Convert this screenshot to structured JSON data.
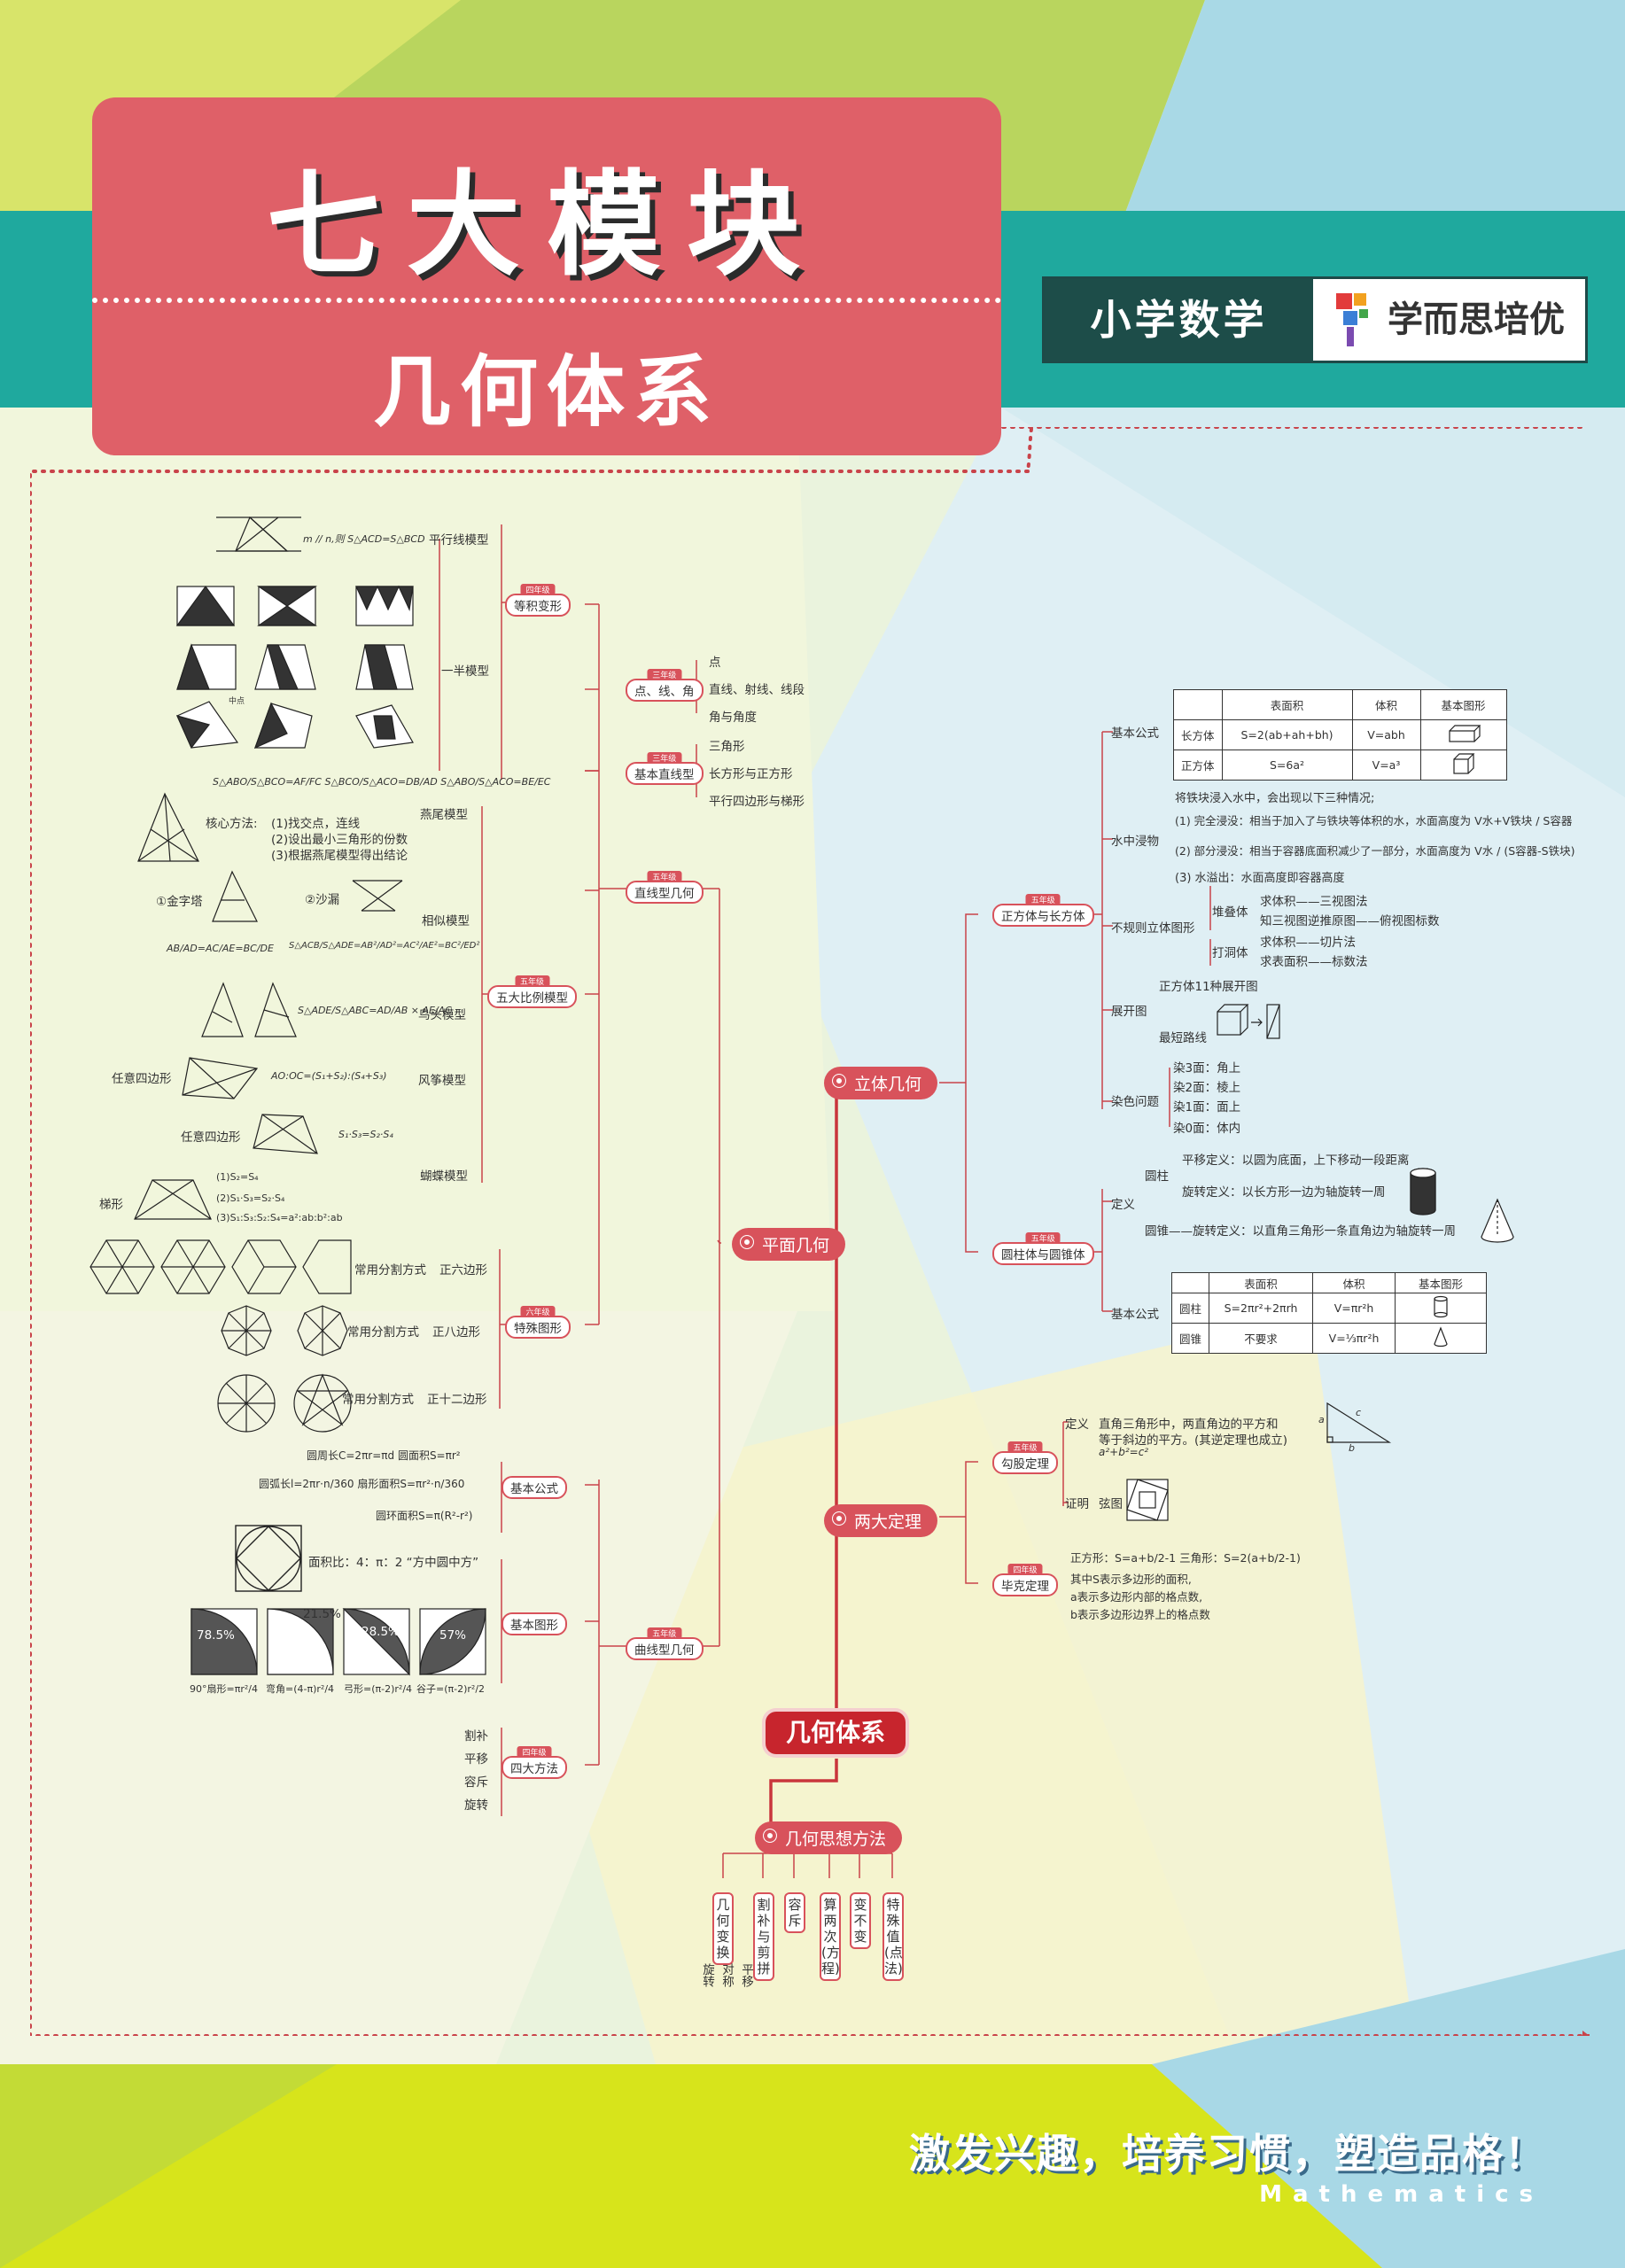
{
  "header": {
    "title": "七大模块",
    "subtitle": "几何体系",
    "subject": "小学数学",
    "brand": "学而思培优"
  },
  "footer": {
    "slogan": "激发兴趣，培养习惯，塑造品格！",
    "slogan_en": "Mathematics"
  },
  "colors": {
    "accent": "#d8525b",
    "root": "#c7252d",
    "teal": "#1ea89e",
    "lime": "#b7d35b"
  },
  "mindmap": {
    "root": "几何体系",
    "plane": {
      "label": "平面几何",
      "straight": {
        "label": "直线型几何",
        "tag": "五年级",
        "points": {
          "label": "点、线、角",
          "tag": "三年级",
          "items": [
            "点",
            "直线、射线、线段",
            "角与角度"
          ]
        },
        "basic_shapes": {
          "label": "基本直线型",
          "tag": "三年级",
          "items": [
            "三角形",
            "长方形与正方形",
            "平行四边形与梯形"
          ]
        },
        "equal_area": {
          "label": "等积变形",
          "tag": "四年级",
          "parallel": {
            "label": "平行线模型",
            "formula": "m // n,则 S△ACD=S△BCD"
          },
          "half": {
            "label": "一半模型",
            "midpoint": "中点"
          }
        },
        "ratio": {
          "label": "五大比例模型",
          "tag": "五年级",
          "swallow": {
            "label": "燕尾模型",
            "formula": "S△ABO/S△BCO=AF/FC  S△BCO/S△ACO=DB/AD  S△ABO/S△ACO=BE/EC",
            "method_title": "核心方法:",
            "methods": [
              "(1)找交点，连线",
              "(2)设出最小三角形的份数",
              "(3)根据燕尾模型得出结论"
            ]
          },
          "similar": {
            "label": "相似模型",
            "pyramid": "①金字塔",
            "hourglass": "②沙漏",
            "formula1": "AB/AD=AC/AE=BC/DE",
            "formula2": "S△ACB/S△ADE=AB²/AD²=AC²/AE²=BC²/ED²"
          },
          "bird": {
            "label": "鸟头模型",
            "formula": "S△ADE/S△ABC=AD/AB × AE/AC"
          },
          "kite": {
            "label": "风筝模型",
            "prefix": "任意四边形",
            "formula": "AO:OC=(S₁+S₂):(S₄+S₃)"
          },
          "butterfly": {
            "label": "蝴蝶模型",
            "prefix": "任意四边形",
            "formula1": "S₁·S₃=S₂·S₄",
            "trap": "梯形",
            "formulas": [
              "(1)S₂=S₄",
              "(2)S₁·S₃=S₂·S₄",
              "(3)S₁:S₃:S₂:S₄=a²:ab:b²:ab"
            ]
          }
        },
        "special": {
          "label": "特殊图形",
          "tag": "六年级",
          "items": [
            {
              "method": "常用分割方式",
              "name": "正六边形"
            },
            {
              "method": "常用分割方式",
              "name": "正八边形"
            },
            {
              "method": "常用分割方式",
              "name": "正十二边形"
            }
          ]
        }
      },
      "curve": {
        "label": "曲线型几何",
        "tag": "五年级",
        "formulas": {
          "label": "基本公式",
          "tag": "",
          "lines": [
            "圆周长C=2πr=πd    圆面积S=πr²",
            "圆弧长l=2πr·n/360    扇形面积S=πr²·n/360",
            "圆环面积S=π(R²-r²)"
          ]
        },
        "shapes": {
          "label": "基本图形",
          "ratio_text": "面积比：4：π：2 “方中圆中方”",
          "percents": [
            "78.5%",
            "21.5%",
            "28.5%",
            "57%"
          ],
          "captions": [
            "90°扇形=πr²/4",
            "弯角=(4-π)r²/4",
            "弓形=(π-2)r²/4",
            "谷子=(π-2)r²/2"
          ]
        },
        "methods": {
          "label": "四大方法",
          "tag": "四年级",
          "items": [
            "割补",
            "平移",
            "容斥",
            "旋转"
          ]
        }
      }
    },
    "solid": {
      "label": "立体几何",
      "cuboid": {
        "label": "正方体与长方体",
        "tag": "五年级",
        "formula_title": "基本公式",
        "table": {
          "headers": [
            "",
            "表面积",
            "体积",
            "基本图形"
          ],
          "rows": [
            [
              "长方体",
              "S=2(ab+ah+bh)",
              "V=abh"
            ],
            [
              "正方体",
              "S=6a²",
              "V=a³"
            ]
          ]
        },
        "water": {
          "label": "水中浸物",
          "intro": "将铁块浸入水中，会出现以下三种情况;",
          "items": [
            "(1) 完全浸没：相当于加入了与铁块等体积的水，水面高度为 V水+V铁块 / S容器",
            "(2) 部分浸没：相当于容器底面积减少了一部分，水面高度为 V水 / (S容器-S铁块)",
            "(3) 水溢出：水面高度即容器高度"
          ]
        },
        "irregular": {
          "label": "不规则立体图形",
          "stack": "堆叠体",
          "stack_items": [
            "求体积——三视图法",
            "知三视图逆推原图——俯视图标数"
          ],
          "hole": "打洞体",
          "hole_items": [
            "求体积——切片法",
            "求表面积——标数法"
          ]
        },
        "net": {
          "label": "展开图",
          "items": [
            "正方体11种展开图",
            "最短路线"
          ]
        },
        "dye": {
          "label": "染色问题",
          "items": [
            "染3面：角上",
            "染2面：棱上",
            "染1面：面上",
            "染0面：体内"
          ]
        }
      },
      "cylinder": {
        "label": "圆柱体与圆锥体",
        "tag": "五年级",
        "def_title": "定义",
        "cyl_label": "圆柱",
        "cyl_defs": [
          "平移定义：以圆为底面，上下移动一段距离",
          "旋转定义：以长方形一边为轴旋转一周"
        ],
        "cone_def": "圆锥——旋转定义：以直角三角形一条直角边为轴旋转一周",
        "formula_title": "基本公式",
        "table": {
          "headers": [
            "",
            "表面积",
            "体积",
            "基本图形"
          ],
          "rows": [
            [
              "圆柱",
              "S=2πr²+2πrh",
              "V=πr²h"
            ],
            [
              "圆锥",
              "不要求",
              "V=⅓πr²h"
            ]
          ]
        }
      }
    },
    "theorems": {
      "label": "两大定理",
      "pythagoras": {
        "label": "勾股定理",
        "tag": "五年级",
        "def_title": "定义",
        "def": [
          "直角三角形中，两直角边的平方和",
          "等于斜边的平方。(其逆定理也成立)",
          "a²+b²=c²"
        ],
        "proof_title": "证明",
        "proof": "弦图",
        "sides": [
          "a",
          "b",
          "c"
        ]
      },
      "pick": {
        "label": "毕克定理",
        "tag": "四年级",
        "lines": [
          "正方形：S=a+b/2-1        三角形：S=2(a+b/2-1)",
          "其中S表示多边形的面积,",
          "a表示多边形内部的格点数,",
          "b表示多边形边界上的格点数"
        ]
      }
    },
    "thinking": {
      "label": "几何思想方法",
      "items": [
        "几何变换",
        "割补与剪拼",
        "容斥",
        "算两次(方程)",
        "变不变",
        "特殊值(点法)"
      ],
      "sub_transform": [
        "旋转",
        "对称",
        "平移"
      ]
    }
  }
}
